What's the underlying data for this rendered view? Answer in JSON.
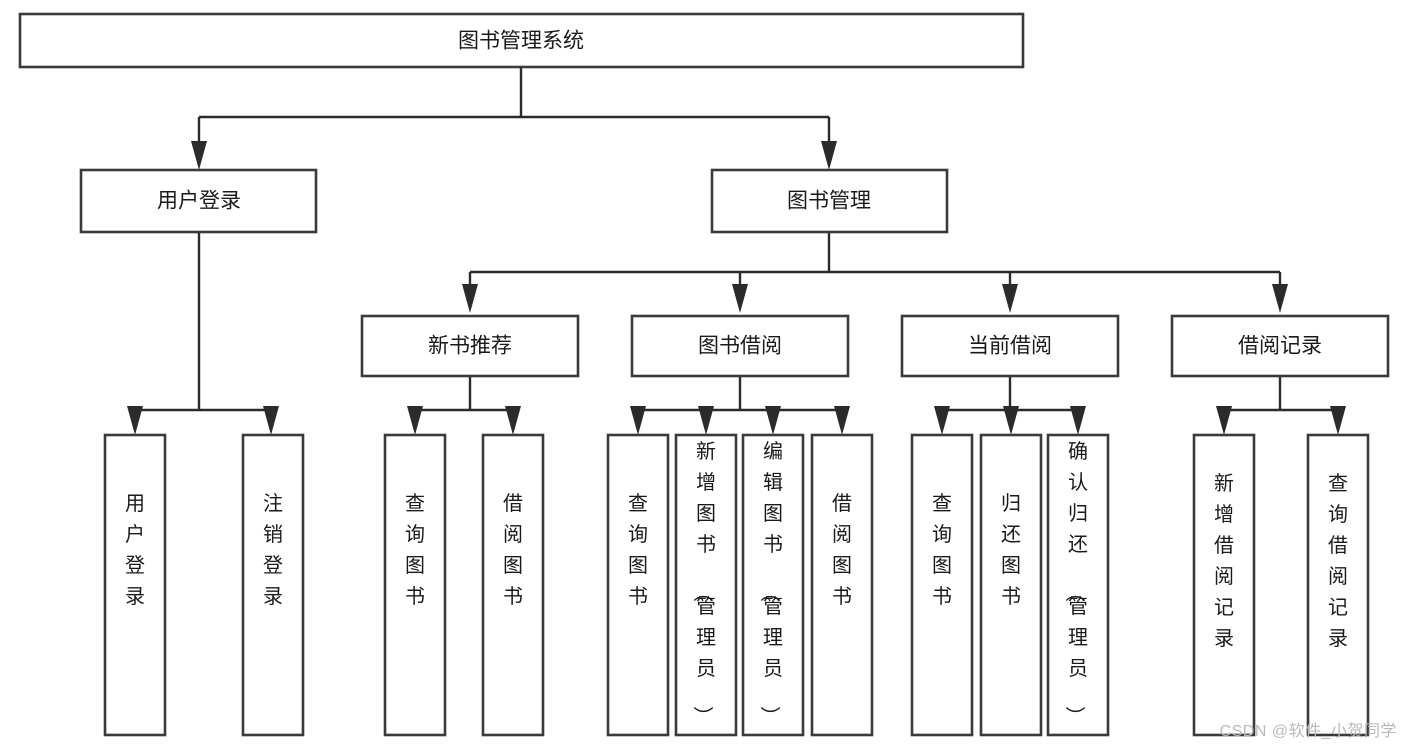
{
  "diagram": {
    "type": "tree-hierarchy-chart",
    "title": "图书管理系统",
    "watermark": "CSDN @软件_小贺同学",
    "colors": {
      "background": "#ffffff",
      "box_stroke": "#3a3a3a",
      "connector": "#2b2b2b",
      "text": "#1a1a1a",
      "watermark": "#b9b9b9"
    },
    "root": {
      "label": "图书管理系统",
      "orientation": "horizontal"
    },
    "level2": [
      {
        "label": "用户登录",
        "orientation": "horizontal",
        "children": [
          {
            "label": "用户登录",
            "orientation": "vertical"
          },
          {
            "label": "注销登录",
            "orientation": "vertical"
          }
        ]
      },
      {
        "label": "图书管理",
        "orientation": "horizontal",
        "children": []
      }
    ],
    "level3": [
      {
        "label": "新书推荐",
        "orientation": "horizontal",
        "children": [
          {
            "label": "查询图书",
            "orientation": "vertical"
          },
          {
            "label": "借阅图书",
            "orientation": "vertical"
          }
        ]
      },
      {
        "label": "图书借阅",
        "orientation": "horizontal",
        "children": [
          {
            "label": "查询图书",
            "orientation": "vertical"
          },
          {
            "label": "新增图书（管理员）",
            "orientation": "vertical"
          },
          {
            "label": "编辑图书（管理员）",
            "orientation": "vertical"
          },
          {
            "label": "借阅图书",
            "orientation": "vertical"
          }
        ]
      },
      {
        "label": "当前借阅",
        "orientation": "horizontal",
        "children": [
          {
            "label": "查询图书",
            "orientation": "vertical"
          },
          {
            "label": "归还图书",
            "orientation": "vertical"
          },
          {
            "label": "确认归还（管理员）",
            "orientation": "vertical"
          }
        ]
      },
      {
        "label": "借阅记录",
        "orientation": "horizontal",
        "children": [
          {
            "label": "新增借阅记录",
            "orientation": "vertical"
          },
          {
            "label": "查询借阅记录",
            "orientation": "vertical"
          }
        ]
      }
    ]
  }
}
